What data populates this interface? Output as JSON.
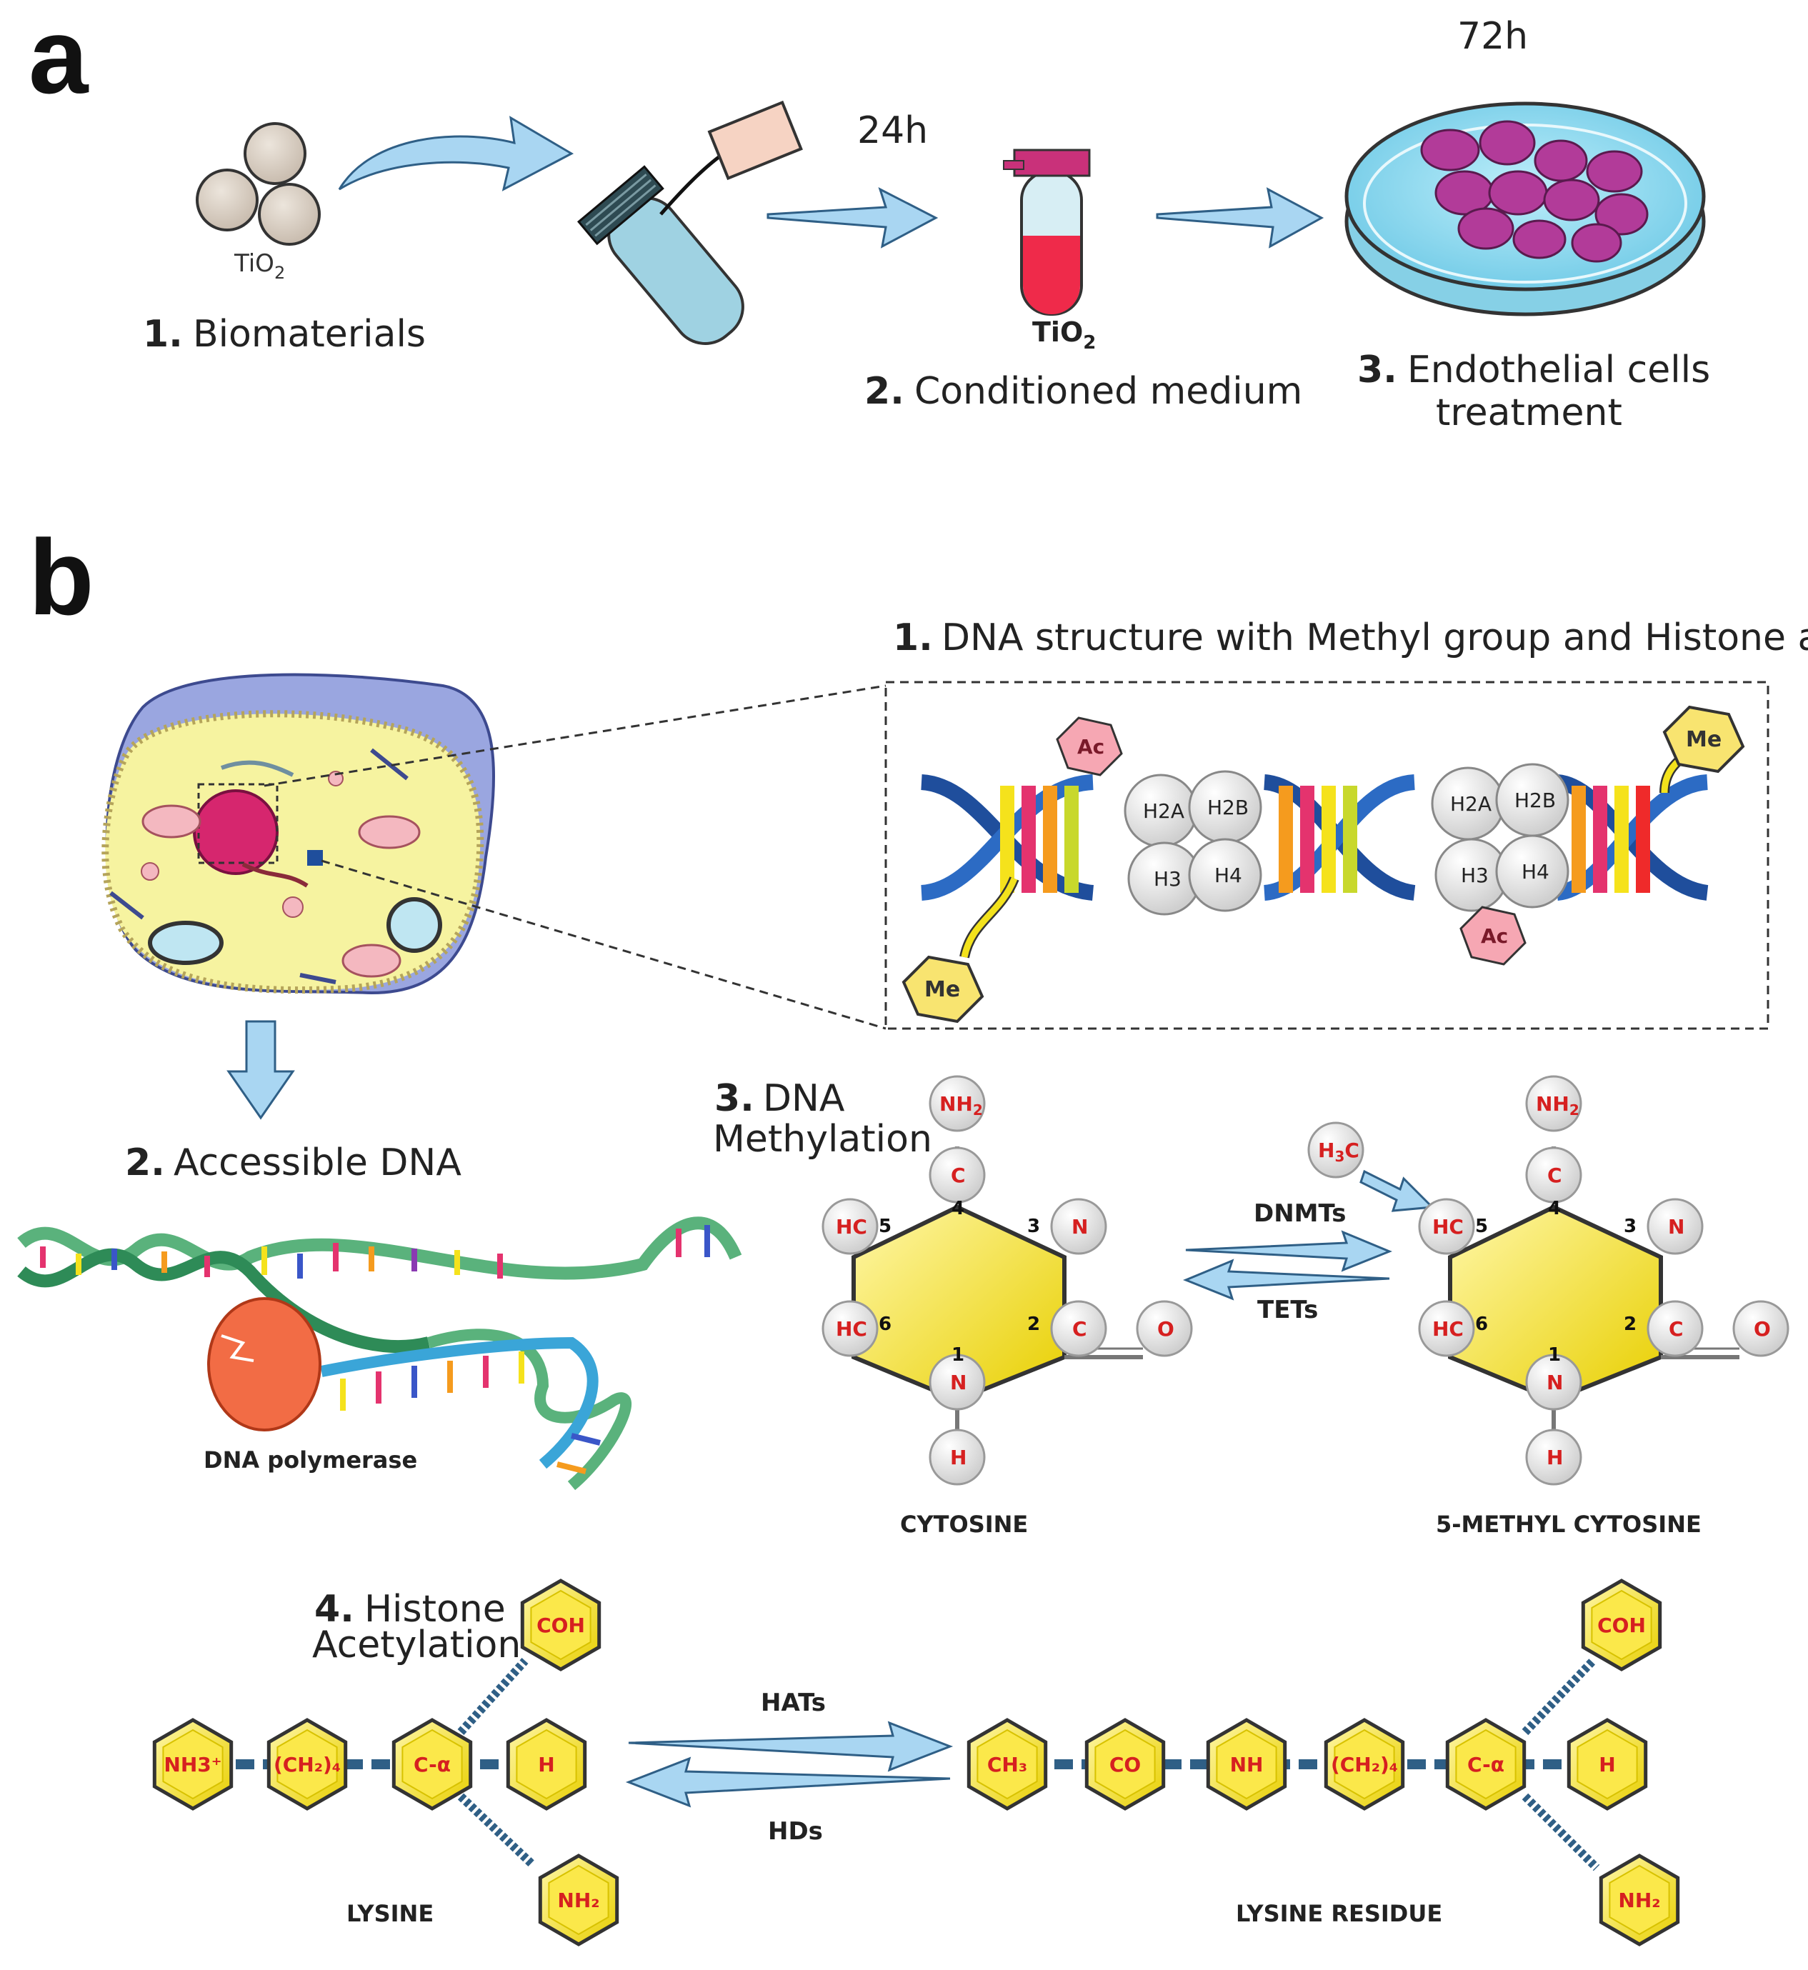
{
  "panel_a": {
    "letter": "a",
    "tio2_small_label": "TiO",
    "tio2_small_sub": "2",
    "step1_num": "1.",
    "step1_label": "Biomaterials",
    "time1": "24h",
    "time2": "72h",
    "tube_label": "TiO",
    "tube_label_sub": "2",
    "step2_num": "2.",
    "step2_label": "Conditioned medium",
    "step3_num": "3.",
    "step3_line1": "Endothelial cells",
    "step3_line2": "treatment"
  },
  "panel_b": {
    "letter": "b",
    "step1_num": "1.",
    "step1_label": "DNA structure with Methyl group and Histone acetylation",
    "histones": [
      "H2A",
      "H2B",
      "H3",
      "H4"
    ],
    "ac_label": "Ac",
    "me_label": "Me",
    "step2_num": "2.",
    "step2_label": "Accessible DNA",
    "polymerase_label": "DNA polymerase",
    "step3_num": "3.",
    "step3_line1": "DNA",
    "step3_line2": "Methylation",
    "cytosine_label": "CYTOSINE",
    "methyl_cytosine_label": "5-METHYL CYTOSINE",
    "forward_enzyme": "DNMTs",
    "reverse_enzyme": "TETs",
    "methyl_donor": "H",
    "methyl_donor_sub": "3",
    "methyl_donor_end": "C",
    "atoms": {
      "nh2": "NH",
      "nh2_sub": "2",
      "c": "C",
      "n": "N",
      "hc": "HC",
      "o": "O",
      "h": "H"
    },
    "ring_numbers": [
      "1",
      "2",
      "3",
      "4",
      "5",
      "6"
    ],
    "step4_num": "4.",
    "step4_line1": "Histone",
    "step4_line2": "Acetylation",
    "hat_label": "HATs",
    "hd_label": "HDs",
    "lysine_label": "LYSINE",
    "lysine_residue_label": "LYSINE RESIDUE",
    "lysine_chain": [
      "NH3⁺",
      "(CH₂)₄",
      "C-α",
      "H"
    ],
    "lysine_branches": [
      "COH",
      "NH₂"
    ],
    "residue_chain": [
      "CH₃",
      "CO",
      "NH",
      "(CH₂)₄",
      "C-α",
      "H"
    ],
    "residue_branches": [
      "COH",
      "NH₂"
    ]
  },
  "colors": {
    "arrow_fill": "#a9d6f2",
    "hexagon_fill": "#f3e21c",
    "hexagon_stroke": "#8a7a00",
    "atom_red": "#d62020",
    "dna_blue": "#1f4e9c",
    "cell_yellow": "#f6f3a0",
    "nucleus_pink": "#d6266e"
  }
}
